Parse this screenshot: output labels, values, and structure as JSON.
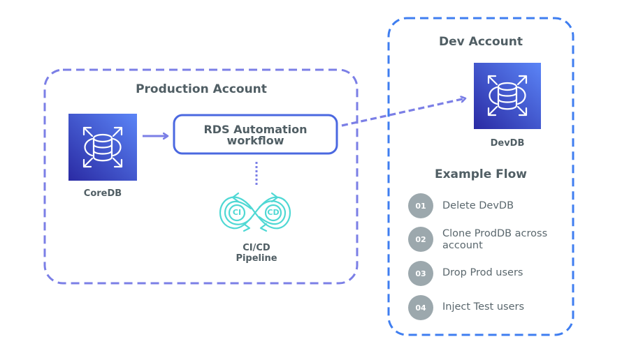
{
  "production_account": {
    "title": "Production Account",
    "coredb": {
      "label": "CoreDB",
      "icon": "rds-database-icon"
    },
    "workflow": {
      "line1": "RDS Automation",
      "line2": "workflow"
    },
    "pipeline": {
      "line1": "CI/CD",
      "line2": "Pipeline",
      "icon": "ci-cd-infinity-icon",
      "ci_text": "CI",
      "cd_text": "CD"
    }
  },
  "dev_account": {
    "title": "Dev Account",
    "devdb": {
      "label": "DevDB",
      "icon": "rds-database-icon"
    },
    "example_flow": {
      "title": "Example Flow",
      "steps": [
        {
          "num": "01",
          "line1": "Delete DevDB",
          "line2": ""
        },
        {
          "num": "02",
          "line1": "Clone ProdDB across",
          "line2": "account"
        },
        {
          "num": "03",
          "line1": "Drop Prod users",
          "line2": ""
        },
        {
          "num": "04",
          "line1": "Inject Test users",
          "line2": ""
        }
      ]
    }
  },
  "colors": {
    "production_border": "#7b7fe6",
    "dev_border": "#3f7ef0",
    "workflow_border": "#4b68e0",
    "connector": "#7b7fe6",
    "rds_icon_dark": "#2f2fa8",
    "rds_icon_light": "#5a80f5",
    "cicd_icon": "#4fd8d4",
    "step_badge": "#9ca8ad",
    "text": "#505e64"
  }
}
